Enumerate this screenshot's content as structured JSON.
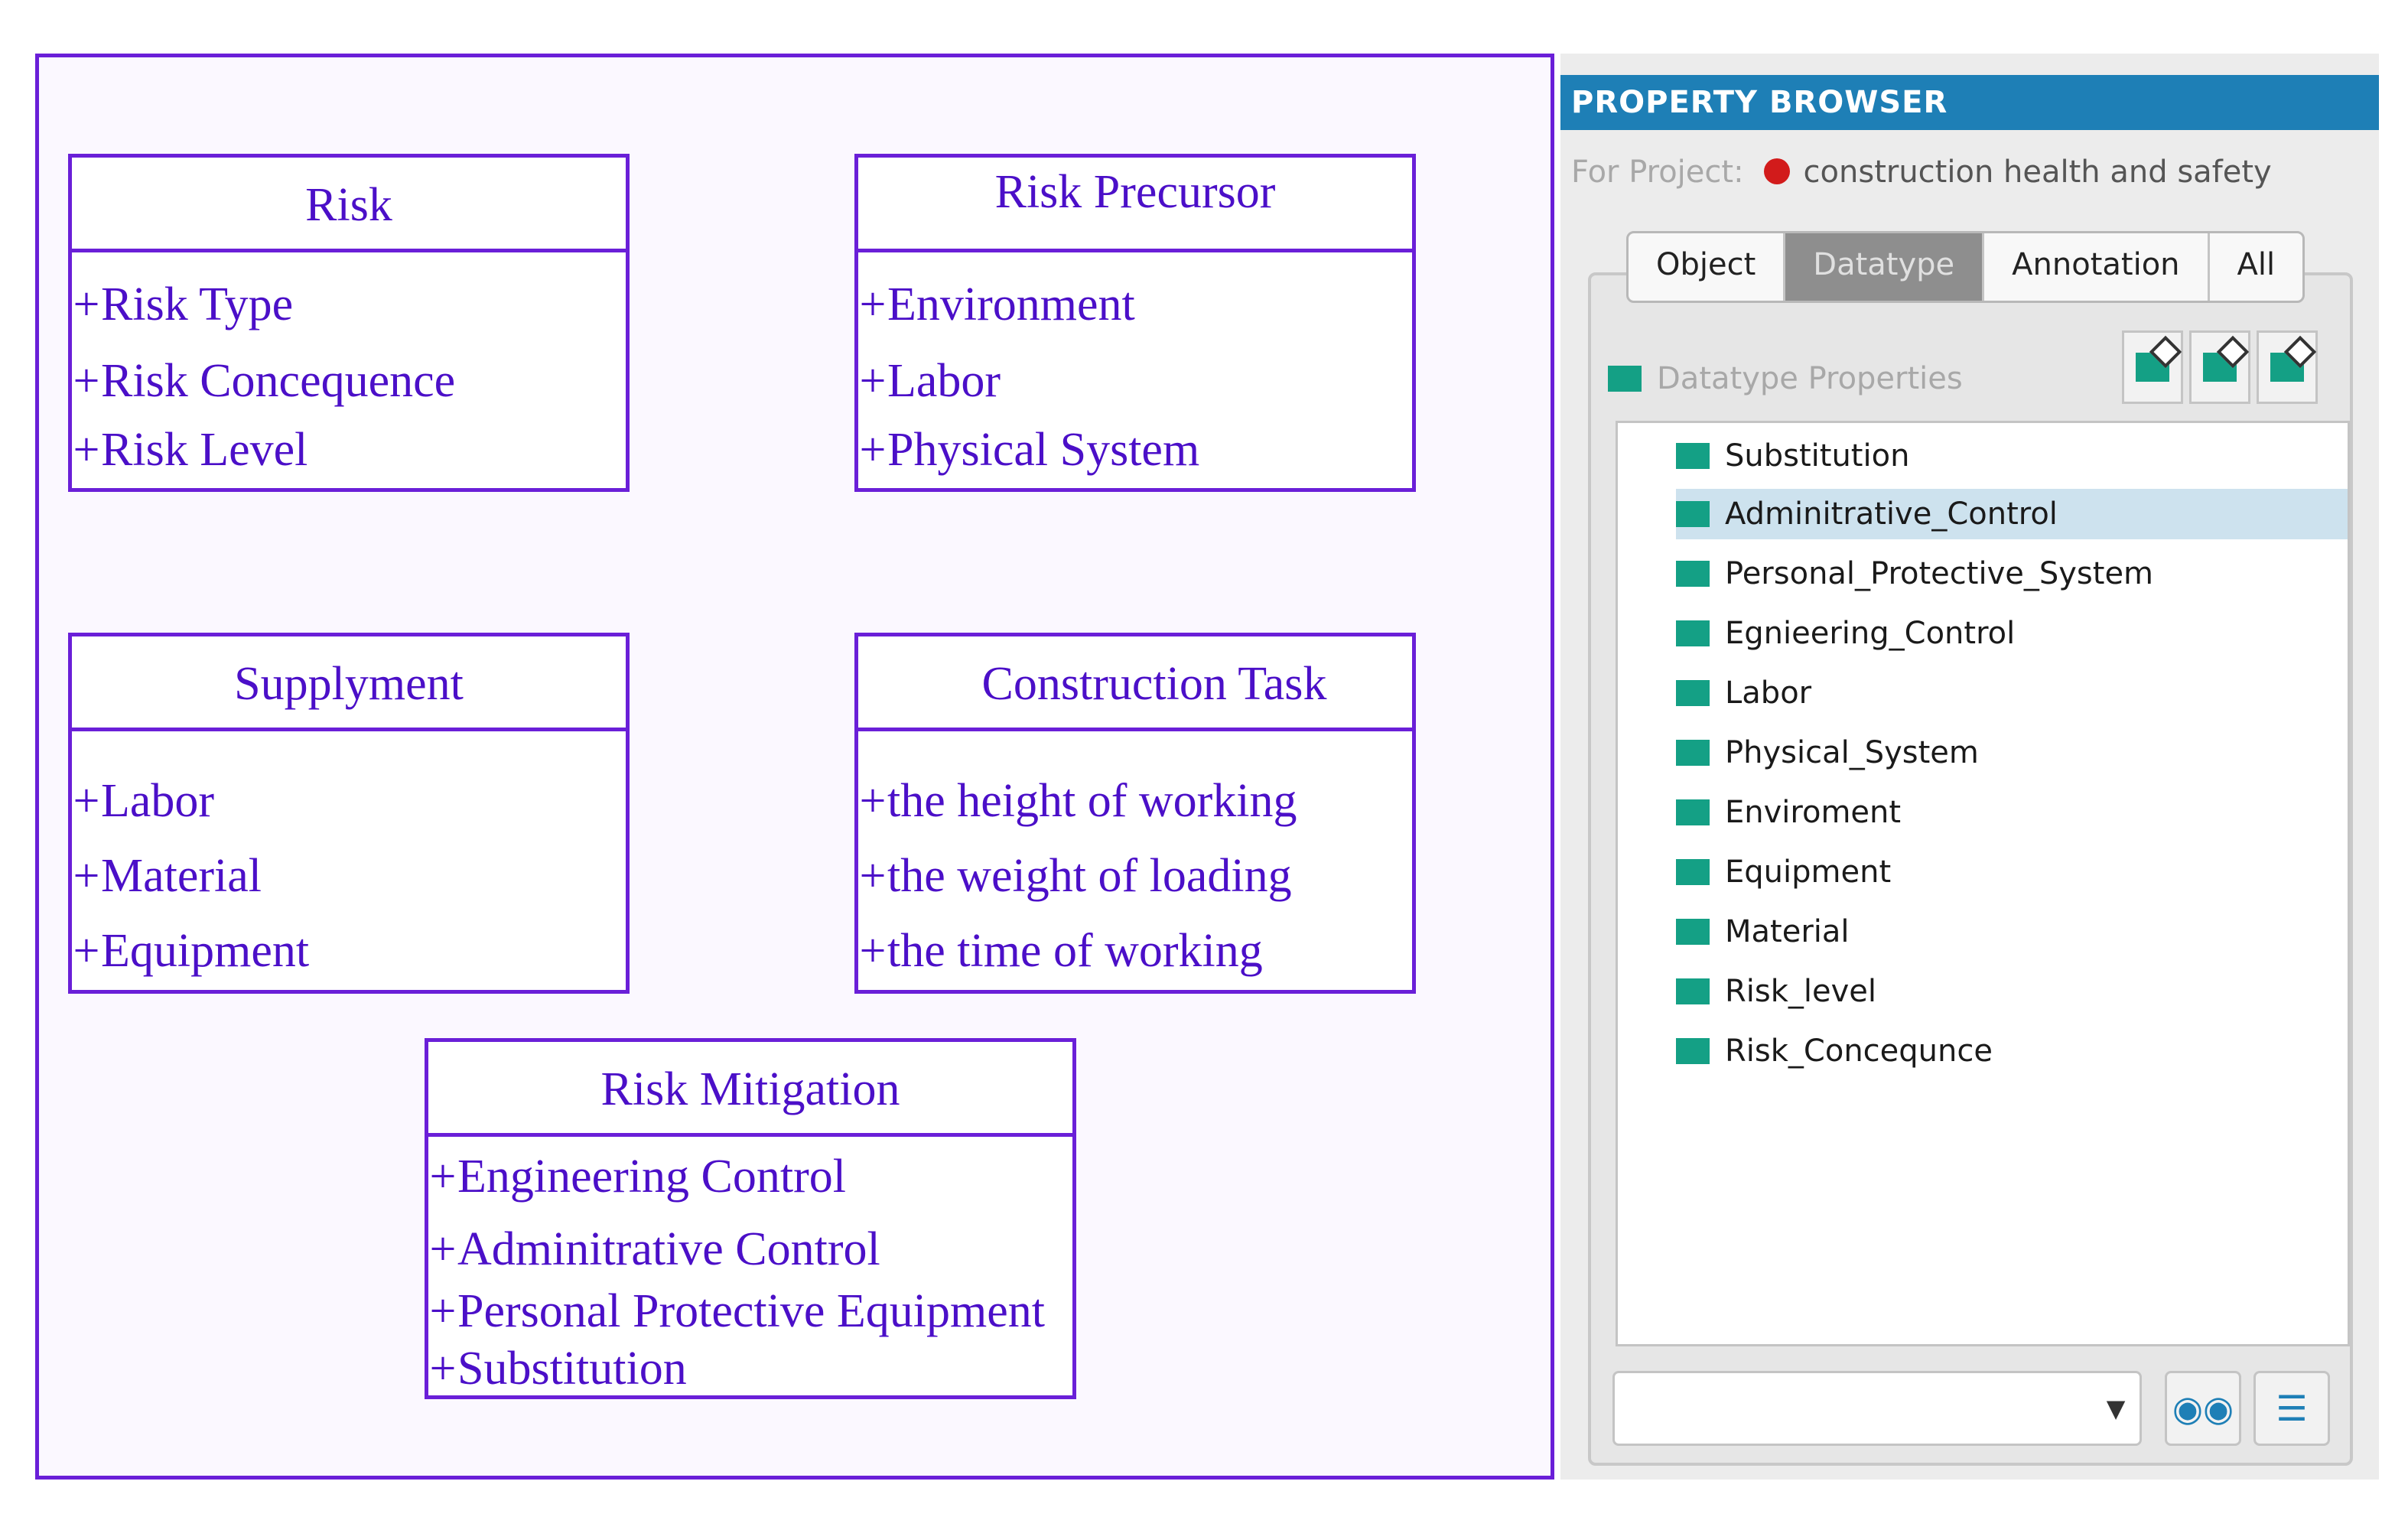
{
  "diagram": {
    "classes": [
      {
        "title": "Risk",
        "attrs": [
          "Risk Type",
          "Risk Concequence",
          "Risk Level"
        ]
      },
      {
        "title": "Risk Precursor",
        "attrs": [
          "Environment",
          "Labor",
          "Physical System"
        ]
      },
      {
        "title": "Supplyment",
        "attrs": [
          "Labor",
          "Material",
          "Equipment"
        ]
      },
      {
        "title": "Construction Task",
        "attrs": [
          "the height of working",
          "the weight of loading",
          "the time of working"
        ]
      },
      {
        "title": "Risk Mitigation",
        "attrs": [
          "Engineering Control",
          "Adminitrative Control",
          "Personal Protective Equipment",
          "Substitution"
        ]
      }
    ],
    "colors": {
      "accent": "#6a1fd8",
      "text": "#4b0fc8"
    }
  },
  "property_browser": {
    "title": "PROPERTY BROWSER",
    "project_label": "For Project:",
    "project_name": "construction health and safety",
    "tabs": [
      "Object",
      "Datatype",
      "Annotation",
      "All"
    ],
    "active_tab": "Datatype",
    "section_label": "Datatype Properties",
    "properties": [
      "Substitution",
      "Adminitrative_Control",
      "Personal_Protective_System",
      "Egnieering_Control",
      "Labor",
      "Physical_System",
      "Enviroment",
      "Equipment",
      "Material",
      "Risk_level",
      "Risk_Concequnce"
    ],
    "selected_property": "Adminitrative_Control",
    "search_value": "",
    "colors": {
      "header": "#1e7fb6",
      "property": "#14a085",
      "selection": "#cde2ee",
      "project_dot": "#d21b1b"
    }
  }
}
